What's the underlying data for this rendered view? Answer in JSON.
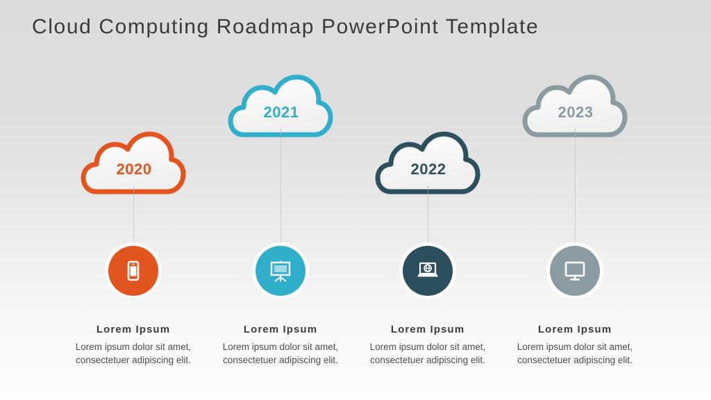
{
  "slide": {
    "title": "Cloud Computing Roadmap PowerPoint Template",
    "background_top": "#dcdcdc",
    "background_bottom": "#fdfdfd",
    "title_color": "#3a3a3a"
  },
  "milestones": [
    {
      "year": "2020",
      "color": "#E2551E",
      "icon": "smartphone-icon",
      "heading": "Lorem Ipsum",
      "body": "Lorem ipsum dolor sit amet, consectetuer adipiscing elit."
    },
    {
      "year": "2021",
      "color": "#31AECA",
      "icon": "presentation-board-icon",
      "heading": "Lorem Ipsum",
      "body": "Lorem ipsum dolor sit amet, consectetuer adipiscing elit."
    },
    {
      "year": "2022",
      "color": "#2C4F5E",
      "icon": "laptop-globe-icon",
      "heading": "Lorem Ipsum",
      "body": "Lorem ipsum dolor sit amet, consectetuer adipiscing elit."
    },
    {
      "year": "2023",
      "color": "#8A9CA2",
      "icon": "desktop-monitor-icon",
      "heading": "Lorem Ipsum",
      "body": "Lorem ipsum dolor sit amet, consectetuer adipiscing elit."
    }
  ],
  "connectors": {
    "arrow_color": "#f0f0f0",
    "dotted_line_color": "#b4b4b4"
  }
}
